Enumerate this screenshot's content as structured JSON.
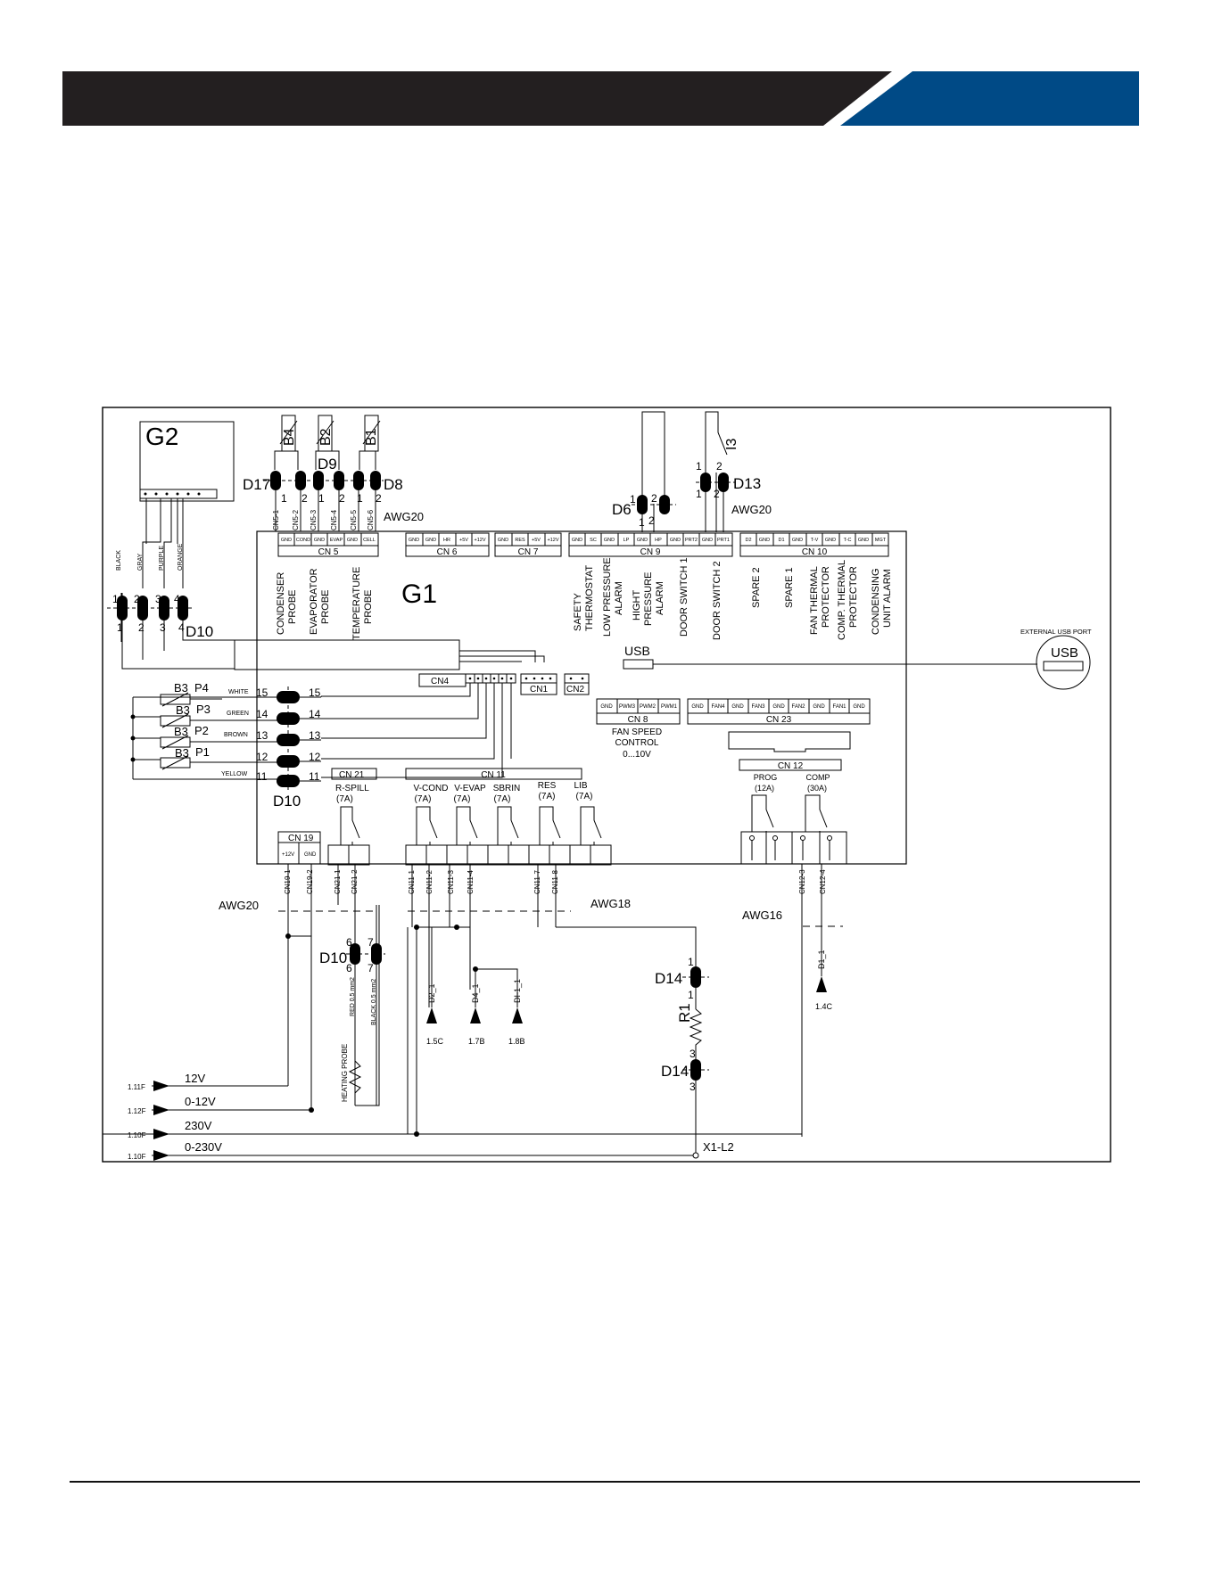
{
  "header": {
    "dark": "#231f20",
    "accent": "#004a86"
  },
  "modules": {
    "g2": "G2",
    "g1": "G1"
  },
  "probes": {
    "b4": "B4",
    "b2": "B2",
    "b1": "B1",
    "i3": "I3",
    "b3": "B3"
  },
  "connectors": {
    "d17": "D17",
    "d9": "D9",
    "d8": "D8",
    "d6": "D6",
    "d13": "D13",
    "d10": "D10",
    "d14": "D14",
    "pin1": "1",
    "pin2": "2",
    "pin3": "3",
    "pin4": "4",
    "pin6": "6",
    "pin7": "7",
    "pin11": "11",
    "pin12": "12",
    "pin13": "13",
    "pin14": "14",
    "pin15": "15"
  },
  "awg": {
    "awg20": "AWG20",
    "awg18": "AWG18",
    "awg16": "AWG16"
  },
  "cn5": {
    "label": "CN 5",
    "pins": [
      "GND",
      "COND",
      "GND",
      "EVAP",
      "GND",
      "CELL"
    ],
    "wires": [
      "CN5-1",
      "CN5-2",
      "CN5-3",
      "CN5-4",
      "CN5-5",
      "CN5-6"
    ],
    "funcs": [
      [
        "CONDENSER",
        "PROBE"
      ],
      [
        "EVAPORATOR",
        "PROBE"
      ],
      [
        "TEMPERATURE",
        "PROBE"
      ]
    ]
  },
  "cn6": {
    "label": "CN 6",
    "pins": [
      "GND",
      "GND",
      "HR",
      "+5V",
      "+12V"
    ]
  },
  "cn7": {
    "label": "CN 7",
    "pins": [
      "GND",
      "RES",
      "+5V",
      "+12V"
    ]
  },
  "cn9": {
    "label": "CN 9",
    "pins": [
      "GND",
      "SC",
      "GND",
      "LP",
      "GND",
      "HP",
      "GND",
      "PRT2",
      "GND",
      "PRT1"
    ],
    "funcs": [
      [
        "SAFETY",
        "THERMOSTAT"
      ],
      [
        "LOW PRESSURE",
        "ALARM"
      ],
      [
        "HIGHT",
        "PRESSURE",
        "ALARM"
      ],
      [
        "DOOR SWITCH 1"
      ],
      [
        "DOOR SWITCH 2"
      ]
    ]
  },
  "cn10": {
    "label": "CN 10",
    "pins": [
      "D2",
      "GND",
      "D1",
      "GND",
      "T-V",
      "GND",
      "T-C",
      "GND",
      "MGT"
    ],
    "funcs": [
      [
        "SPARE 2"
      ],
      [
        "SPARE 1"
      ],
      [
        "FAN THERMAL",
        "PROTECTOR"
      ],
      [
        "COMP. THERMAL",
        "PROTECTOR"
      ],
      [
        "CONDENSING",
        "UNIT ALARM"
      ]
    ]
  },
  "g2wires": [
    "BLACK",
    "GRAY",
    "PURPLE",
    "ORANGE"
  ],
  "usb": {
    "port_label": "EXTERNAL USB PORT",
    "usb": "USB",
    "usb_board": "USB"
  },
  "cn4": "CN4",
  "cn1": "CN1",
  "cn2": "CN2",
  "b3": {
    "probes": [
      "P4",
      "P3",
      "P2",
      "P1"
    ],
    "colors": [
      "WHITE",
      "GREEN",
      "BROWN",
      "",
      "YELLOW"
    ]
  },
  "cn8": {
    "label": "CN 8",
    "pins": [
      "GND",
      "PWM3",
      "PWM2",
      "PWM1"
    ],
    "desc": [
      "FAN SPEED",
      "CONTROL",
      "0...10V"
    ]
  },
  "cn23": {
    "label": "CN 23",
    "pins": [
      "GND",
      "FAN4",
      "GND",
      "FAN3",
      "GND",
      "FAN2",
      "GND",
      "FAN1",
      "GND"
    ]
  },
  "cn21": {
    "label": "CN 21",
    "relay": "R-SPILL",
    "rating": "(7A)",
    "wires": [
      "CN21-1",
      "CN21-2"
    ]
  },
  "cn11": {
    "label": "CN 11",
    "relays": [
      [
        "V-COND",
        "(7A)"
      ],
      [
        "V-EVAP",
        "(7A)"
      ],
      [
        "SBRIN",
        "(7A)"
      ],
      [
        "RES",
        "(7A)"
      ],
      [
        "LIB",
        "(7A)"
      ]
    ],
    "wires": [
      "CN11-1",
      "CN11-2",
      "CN11-3",
      "CN11-4",
      "CN11-7",
      "CN11-8"
    ]
  },
  "cn19": {
    "label": "CN 19",
    "pins": [
      "+12V",
      "GND"
    ],
    "wires": [
      "CN19-1",
      "CN19-2"
    ]
  },
  "cn12": {
    "label": "CN 12",
    "relays": [
      [
        "PROG",
        "(12A)"
      ],
      [
        "COMP",
        "(30A)"
      ]
    ],
    "wires": [
      "CN12-3",
      "CN12-4"
    ]
  },
  "heating": {
    "probe": "HEATING PROBE",
    "red": "RED 0.5 mm2",
    "black": "BLACK 0.5 mm2"
  },
  "refs": {
    "d2": "D2_1",
    "d2ref": "1.5C",
    "d4": "D4_1",
    "d4ref": "1.7B",
    "di": "DI-1_1",
    "diref": "1.8B",
    "d1": "D1_1",
    "d1ref": "1.4C"
  },
  "r1": "R1",
  "supply": [
    {
      "ref": "1.11F",
      "label": "12V"
    },
    {
      "ref": "1.12F",
      "label": "0-12V"
    },
    {
      "ref": "1.10F",
      "label": "230V"
    },
    {
      "ref": "1.10F",
      "label": "0-230V"
    }
  ],
  "x1": "X1-L2"
}
